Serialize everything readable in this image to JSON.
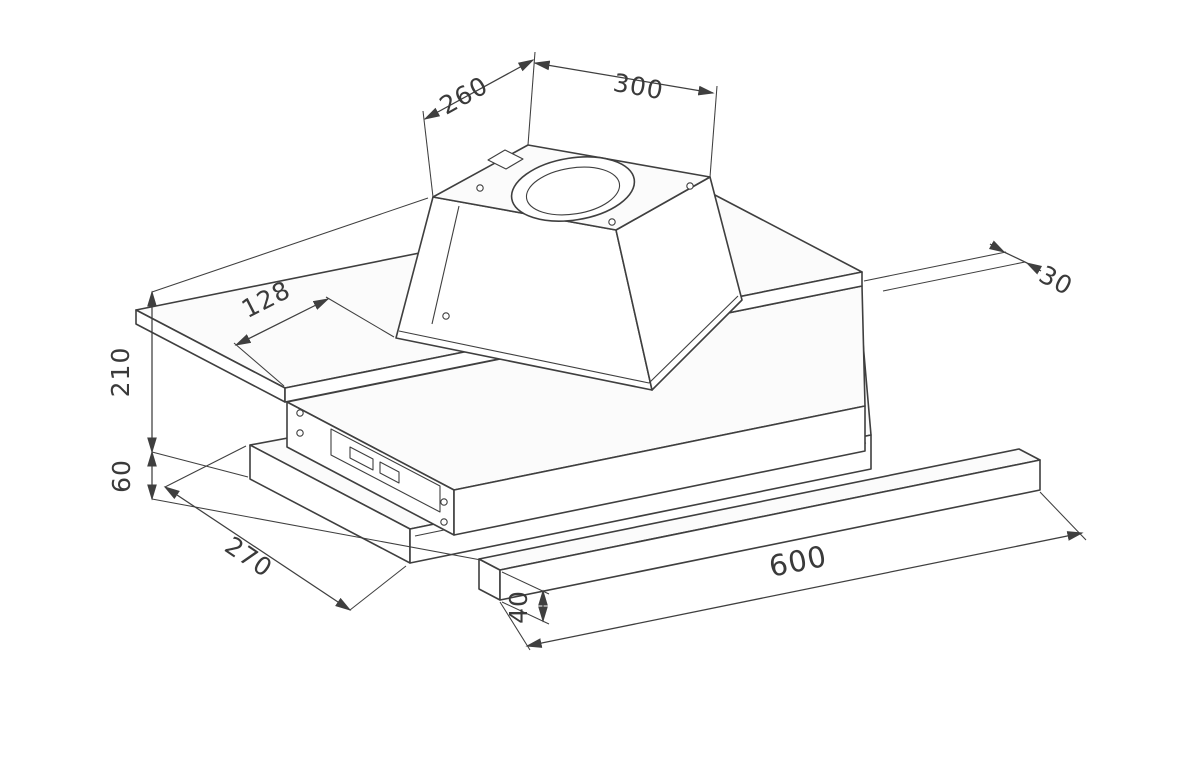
{
  "diagram": {
    "dims": {
      "duct_depth": "260",
      "duct_width": "300",
      "rear_gap": "30",
      "front_ledge": "128",
      "total_height": "210",
      "lower_height": "60",
      "body_depth": "270",
      "visor_height": "40",
      "hood_width": "600"
    },
    "colors": {
      "line": "#3f3f3f",
      "background": "#ffffff"
    }
  }
}
